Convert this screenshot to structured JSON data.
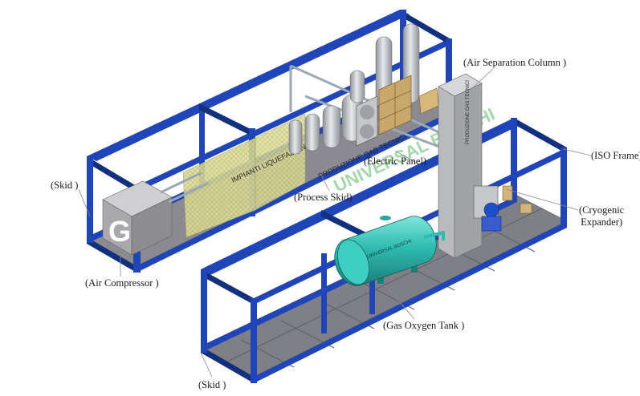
{
  "labels": {
    "air_separation_column": "(Air Separation Column )",
    "iso_frame": "(ISO Frame)",
    "electric_panel": "(Electric Panel)",
    "process_skid": "(Process Skid)",
    "skid_top": "(Skid )",
    "skid_bottom": "(Skid )",
    "cryogenic_expander_line1": "(Cryogenic",
    "cryogenic_expander_line2": "Expander)",
    "air_compressor": "(Air Compressor )",
    "gas_oxygen_tank": "(Gas Oxygen Tank )"
  },
  "equipment_markings": {
    "compressor_logo": "G",
    "tank_text": "UNIVERSAL BOSCHI",
    "watermark_1": "IMPIANTI LIQUEFAZIONE",
    "watermark_2": "PRODUZIONE GAS TECNICI",
    "watermark_3": "UNIVERSAL BOSCHI",
    "column_text": "PRODUZIONE GAS TECNICI"
  },
  "colors": {
    "frame_blue": "#1f45b8",
    "frame_dark": "#13307e",
    "floor": "#7f7f86",
    "compressor": "#a9a9ab",
    "column": "#b9babd",
    "tank": "#2fbcb0",
    "mesh": "#d8d88a",
    "tank_shell": "#cfd2d6",
    "panel": "#c9a86b",
    "watermark": "#3aa84a"
  }
}
